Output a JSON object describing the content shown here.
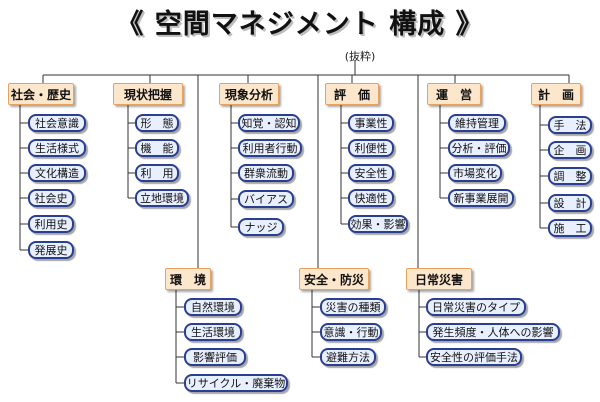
{
  "title": "《 空間マネジメント 構成 》",
  "subtitle": "(抜粋)",
  "categories": {
    "society": {
      "label": "社会・歴史",
      "items": [
        "社会意識",
        "生活様式",
        "文化構造",
        "社会史",
        "利用史",
        "発展史"
      ]
    },
    "current": {
      "label": "現状把握",
      "items": [
        "形　態",
        "機　能",
        "利　用",
        "立地環境"
      ]
    },
    "phenomena": {
      "label": "現象分析",
      "items": [
        "知覚・認知",
        "利用者行動",
        "群衆流動",
        "バイアス",
        "ナッジ"
      ]
    },
    "evaluation": {
      "label": "評　価",
      "items": [
        "事業性",
        "利便性",
        "安全性",
        "快適性",
        "効果・影響"
      ]
    },
    "operation": {
      "label": "運　営",
      "items": [
        "維持管理",
        "分析・評価",
        "市場変化",
        "新事業展開"
      ]
    },
    "planning": {
      "label": "計　画",
      "items": [
        "手　法",
        "企　画",
        "調　整",
        "設　計",
        "施　工"
      ]
    },
    "environment": {
      "label": "環　境",
      "items": [
        "自然環境",
        "生活環境",
        "影響評価",
        "リサイクル・廃棄物"
      ]
    },
    "safety": {
      "label": "安全・防災",
      "items": [
        "災害の種類",
        "意識・行動",
        "避難方法"
      ]
    },
    "daily_disaster": {
      "label": "日常災害",
      "items": [
        "日常災害のタイプ",
        "発生頻度・人体への影響",
        "安全性の評価手法"
      ]
    }
  },
  "colors": {
    "category_fill": "#fde7cc",
    "category_border": "#e8a25f",
    "item_fill": "#e8efff",
    "item_border": "#2b3f92",
    "line": "#333333"
  }
}
